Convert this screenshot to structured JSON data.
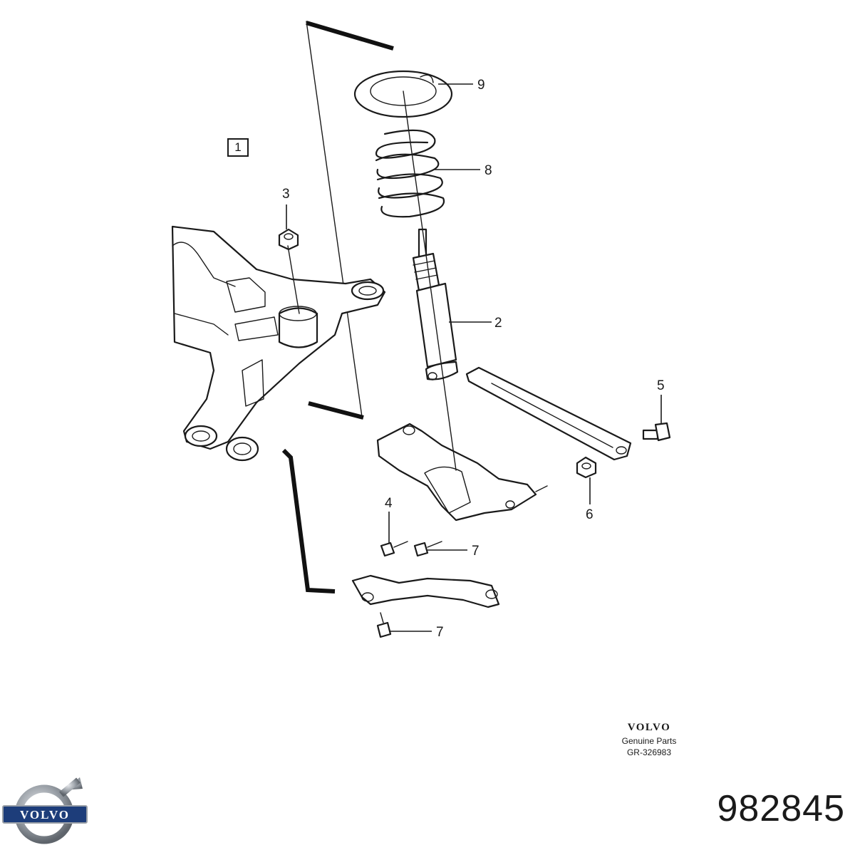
{
  "diagram": {
    "group_label": "1",
    "callouts": [
      {
        "id": "c9",
        "text": "9"
      },
      {
        "id": "c8",
        "text": "8"
      },
      {
        "id": "c3",
        "text": "3"
      },
      {
        "id": "c2",
        "text": "2"
      },
      {
        "id": "c5",
        "text": "5"
      },
      {
        "id": "c6",
        "text": "6"
      },
      {
        "id": "c4",
        "text": "4"
      },
      {
        "id": "c7a",
        "text": "7"
      },
      {
        "id": "c7b",
        "text": "7"
      }
    ]
  },
  "brand": {
    "wordmark": "VOLVO",
    "tagline": "Genuine Parts",
    "reference": "GR-326983"
  },
  "logo": {
    "text": "VOLVO",
    "color_steel": "#8a8f96",
    "color_blue": "#1d3d7a"
  },
  "part_number": "982845"
}
